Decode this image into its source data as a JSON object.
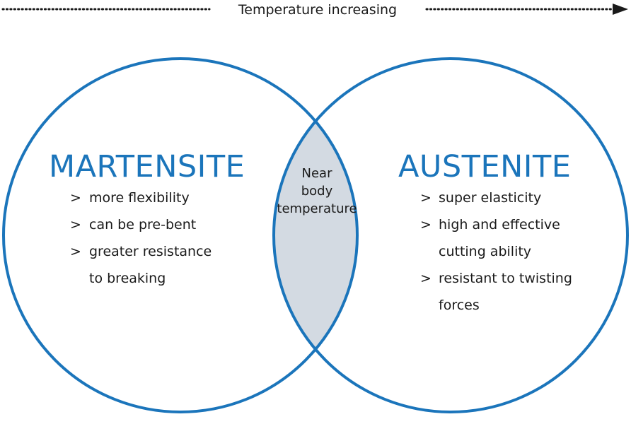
{
  "heading": {
    "label": "Temperature increasing",
    "arrow_direction": "right"
  },
  "colors": {
    "circle_stroke": "#1b75bb",
    "title_text": "#1b75bb",
    "overlap_fill": "#d3dae2",
    "body_text": "#1a1a1a",
    "arrow": "#1a1a1a"
  },
  "sets": {
    "left": {
      "title": "MARTENSITE",
      "items": [
        {
          "marker": ">",
          "lines": [
            "more flexibility"
          ]
        },
        {
          "marker": ">",
          "lines": [
            "can be pre-bent"
          ]
        },
        {
          "marker": ">",
          "lines": [
            "greater resistance",
            "to breaking"
          ]
        }
      ]
    },
    "right": {
      "title": "AUSTENITE",
      "items": [
        {
          "marker": ">",
          "lines": [
            "super elasticity"
          ]
        },
        {
          "marker": ">",
          "lines": [
            "high and effective",
            "cutting ability"
          ]
        },
        {
          "marker": ">",
          "lines": [
            "resistant to twisting",
            "forces"
          ]
        }
      ]
    }
  },
  "overlap": {
    "lines": [
      "Near",
      "body",
      "temperature"
    ]
  }
}
